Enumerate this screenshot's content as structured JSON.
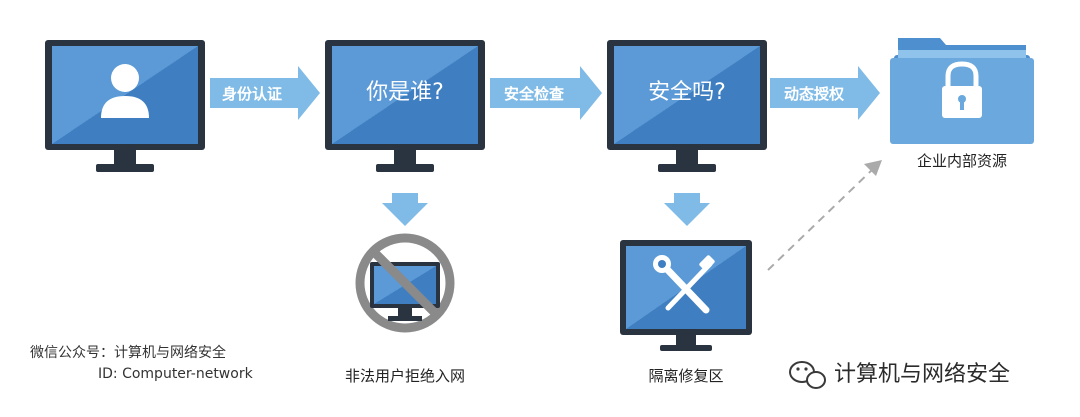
{
  "steps": {
    "user_screen": {
      "icon": "user-icon"
    },
    "identity_screen": {
      "text": "你是谁?"
    },
    "security_screen": {
      "text": "安全吗?"
    },
    "resources": {
      "icon": "lock-folder-icon",
      "caption": "企业内部资源"
    }
  },
  "arrows": {
    "identity_auth": "身份认证",
    "security_check": "安全检查",
    "dynamic_authorization": "动态授权"
  },
  "outcomes": {
    "rejected": {
      "icon": "prohibited-icon",
      "caption": "非法用户拒绝入网"
    },
    "quarantine": {
      "icon": "wrench-screwdriver-icon",
      "caption": "隔离修复区"
    }
  },
  "watermark": {
    "left_line1": "微信公众号：计算机与网络安全",
    "left_line2": "ID: Computer-network",
    "right_text": "计算机与网络安全",
    "right_icon": "wechat-icon"
  },
  "colors": {
    "screen_blue": "#3f7fc1",
    "screen_light": "#5b9ad6",
    "bezel": "#2a3340",
    "arrow_blue": "#7fbbe6",
    "arrow_dark": "#4e8fcf",
    "prohibit_gray": "#8a8a8a"
  }
}
